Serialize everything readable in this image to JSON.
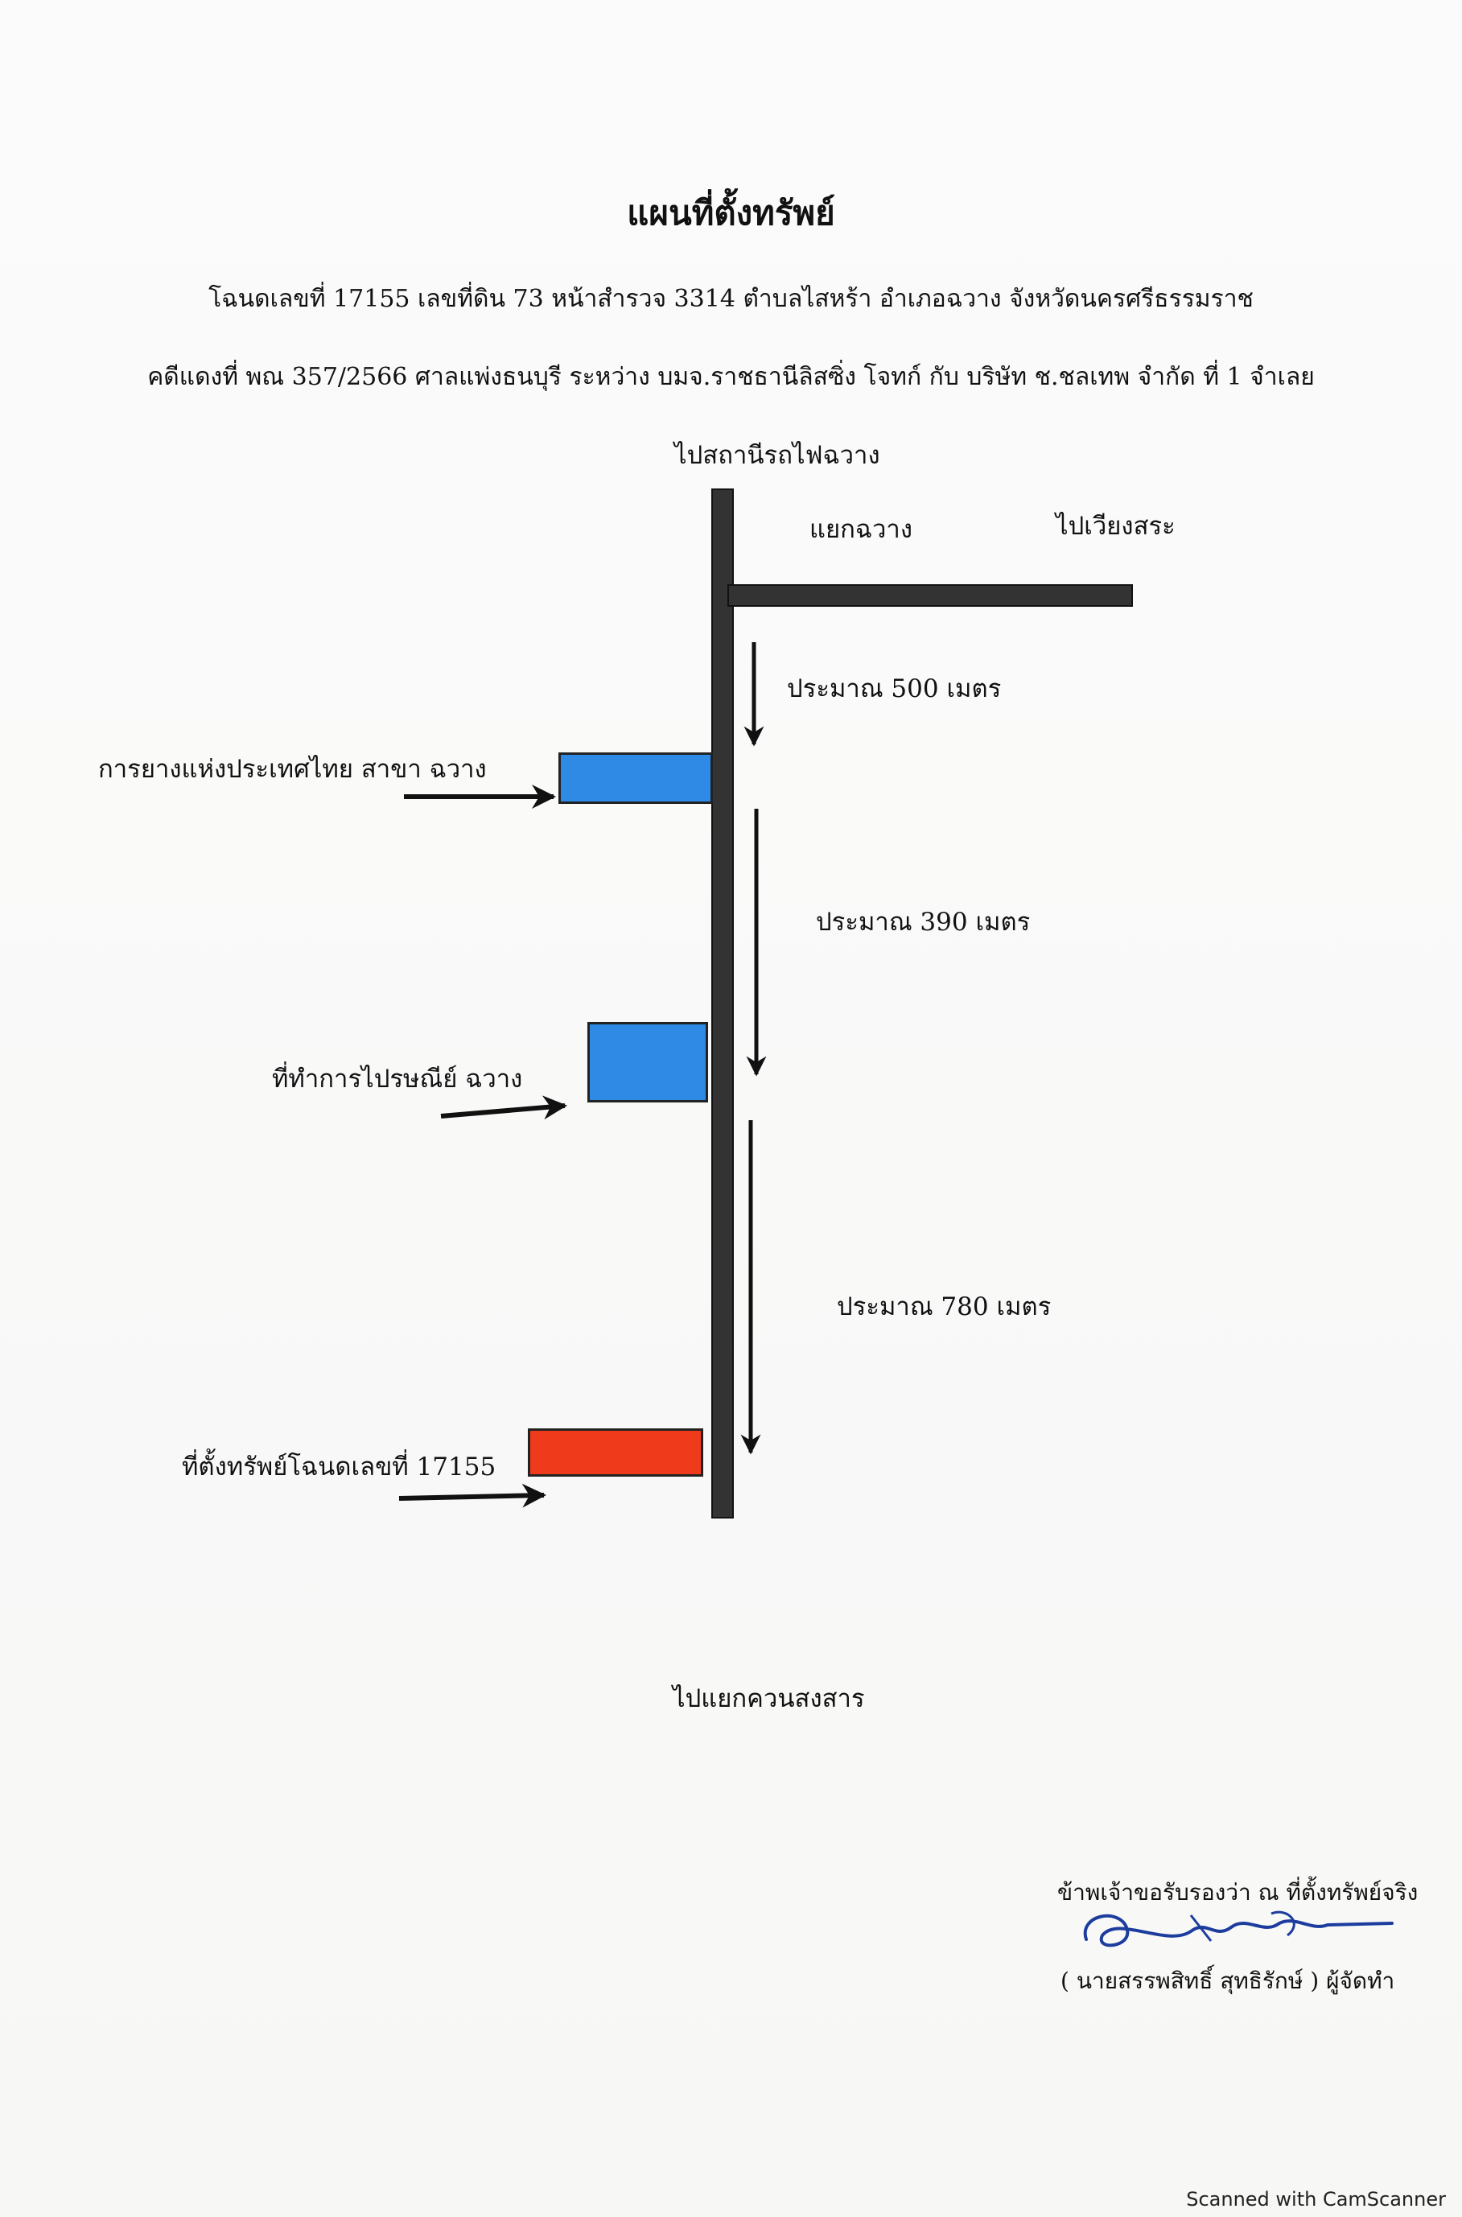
{
  "document": {
    "title": "แผนที่ตั้งทรัพย์",
    "line1": "โฉนดเลขที่ 17155  เลขที่ดิน 73 หน้าสำรวจ 3314   ตำบลไสหร้า  อำเภอฉวาง  จังหวัดนครศรีธรรมราช",
    "line2": "คดีแดงที่ พณ 357/2566 ศาลแพ่งธนบุรี ระหว่าง บมจ.ราชธานีลิสซิ่ง โจทก์ กับ บริษัท ช.ชลเทพ จำกัด  ที่ 1 จำเลย"
  },
  "map": {
    "north_label": "ไปสถานีรถไฟฉวาง",
    "junction_label": "แยกฉวาง",
    "east_label": "ไปเวียงสระ",
    "south_label": "ไปแยกควนสงสาร",
    "distances": [
      "ประมาณ 500 เมตร",
      "ประมาณ 390 เมตร",
      "ประมาณ 780 เมตร"
    ],
    "landmarks": [
      {
        "label": "การยางแห่งประเทศไทย สาขา ฉวาง",
        "color": "#2f8ae6"
      },
      {
        "label": "ที่ทำการไปรษณีย์ ฉวาง",
        "color": "#2f8ae6"
      },
      {
        "label": "ที่ตั้งทรัพย์โฉนดเลขที่ 17155",
        "color": "#f03a1c"
      }
    ]
  },
  "signature": {
    "certify": "ข้าพเจ้าขอรับรองว่า ณ ที่ตั้งทรัพย์จริง",
    "name": "( นายสรรพสิทธิ์  สุทธิรักษ์ ) ผู้จัดทำ"
  },
  "footer": "Scanned with CamScanner"
}
